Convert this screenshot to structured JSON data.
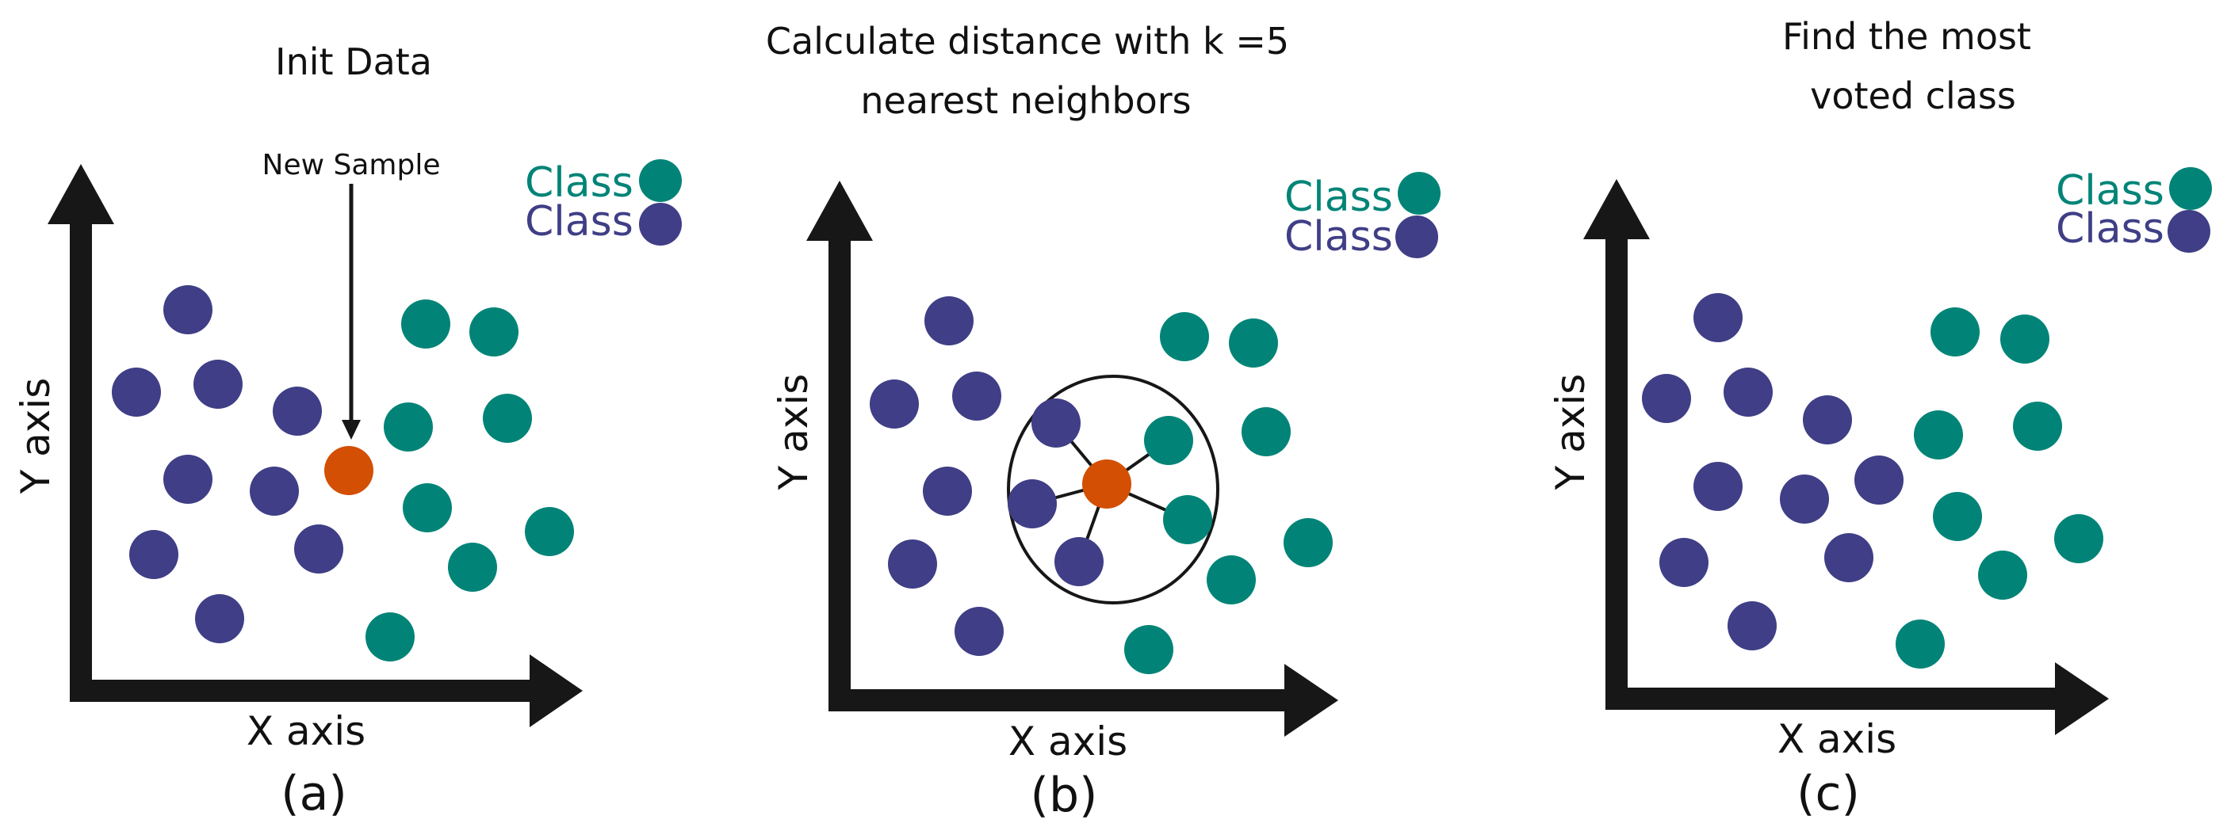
{
  "colors": {
    "teal": "#018477",
    "purple": "#3f3e86",
    "orange": "#d24f03",
    "axis": "#171717"
  },
  "panel_a": {
    "title": "Init Data",
    "x_axis_label": "X axis",
    "y_axis_label": "Y axis",
    "caption": "(a)",
    "new_sample_label": "New Sample",
    "legend": [
      "Class",
      "Class"
    ]
  },
  "panel_b": {
    "title_line1": "Calculate distance with  k =5",
    "title_line2": "nearest neighbors",
    "x_axis_label": "X axis",
    "y_axis_label": "Y axis",
    "caption": "(b)",
    "legend": [
      "Class",
      "Class"
    ]
  },
  "panel_c": {
    "title_line1": "Find the most",
    "title_line2": "voted class",
    "x_axis_label": "X axis",
    "y_axis_label": "Y axis",
    "caption": "(c)",
    "legend": [
      "Class",
      "Class"
    ]
  }
}
